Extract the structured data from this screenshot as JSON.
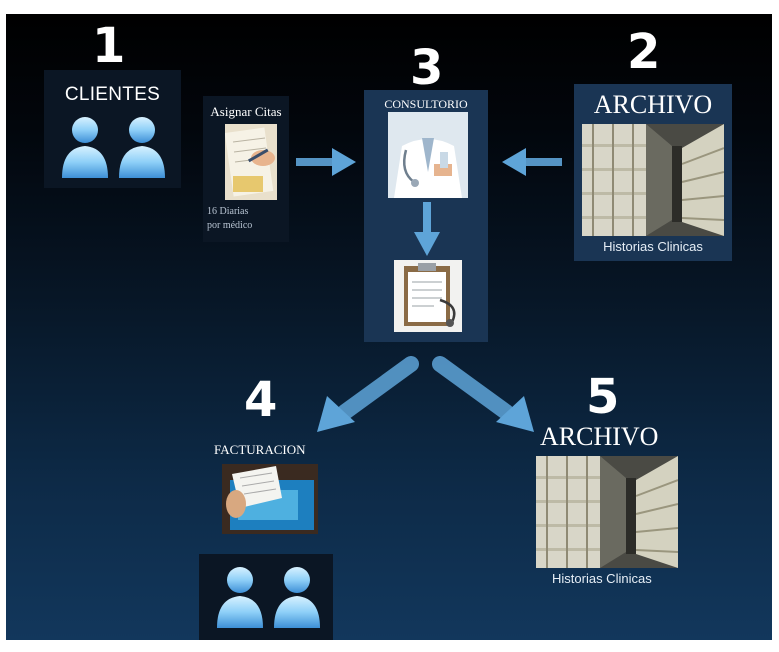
{
  "steps": {
    "s1": "1",
    "s2": "2",
    "s3": "3",
    "s4": "4",
    "s5": "5"
  },
  "clientes": {
    "title": "CLIENTES",
    "icon": "user-pair-icon"
  },
  "citas": {
    "title": "Asignar Citas",
    "note_line1": "16 Diarias",
    "note_line2": "por médico"
  },
  "consultorio": {
    "title": "CONSULTORIO"
  },
  "archivo_top": {
    "title": "ARCHIVO",
    "caption": "Historias Clinicas"
  },
  "facturacion": {
    "title": "FACTURACION"
  },
  "archivo_bottom": {
    "title": "ARCHIVO",
    "caption": "Historias Clinicas"
  },
  "colors": {
    "arrow": "#5ea4d8",
    "person": "#8fd0f8",
    "panel": "#0b1624"
  }
}
